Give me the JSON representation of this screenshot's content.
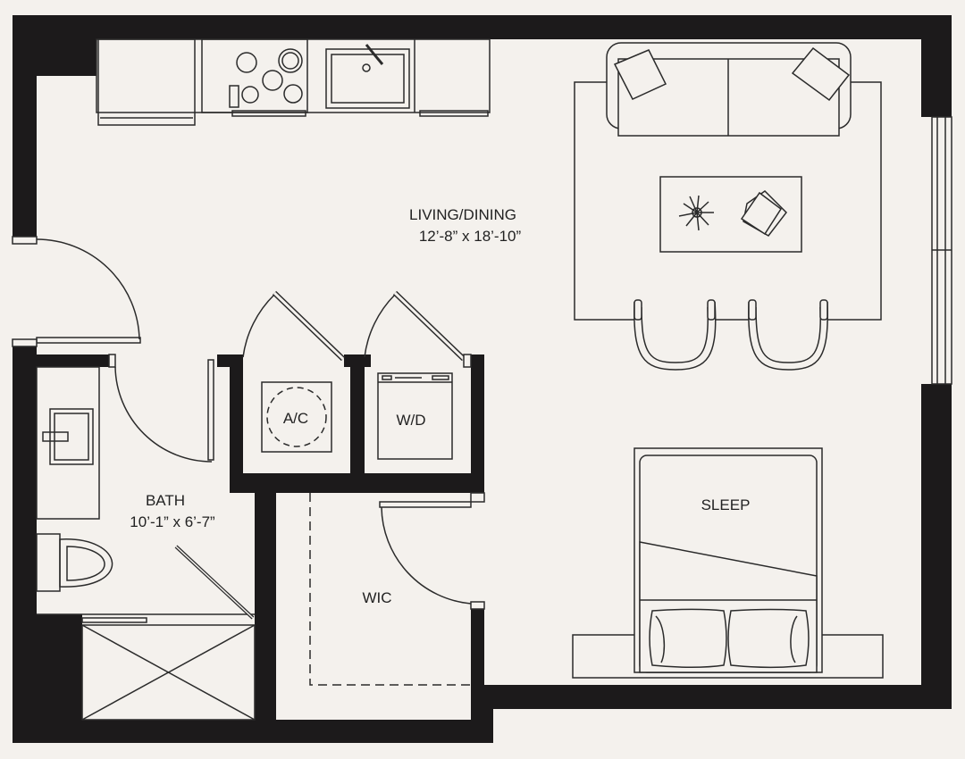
{
  "colors": {
    "background": "#f4f1ed",
    "wall": "#1c1a1b",
    "line": "#2b2b2b",
    "fixture_fill": "#f4f1ed"
  },
  "rooms": {
    "living": {
      "name": "LIVING/DINING",
      "dims": "12’-8” x 18’-10”"
    },
    "bath": {
      "name": "BATH",
      "dims": "10’-1” x 6’-7”"
    },
    "sleep": {
      "name": "SLEEP"
    },
    "wic": {
      "name": "WIC"
    }
  },
  "closets": {
    "ac": "A/C",
    "wd": "W/D"
  }
}
